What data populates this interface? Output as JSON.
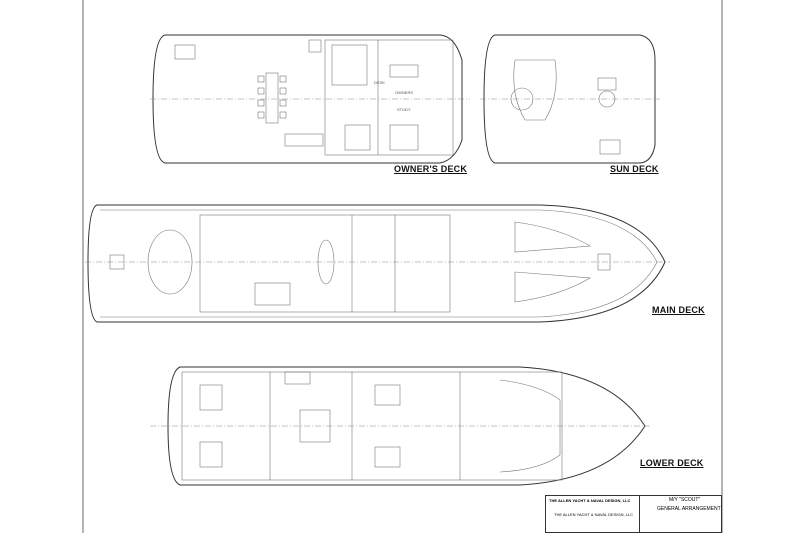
{
  "decks": {
    "owners": {
      "label": "OWNER'S DECK",
      "rooms": [
        "DESK",
        "OWNERS",
        "STUDY"
      ]
    },
    "sun": {
      "label": "SUN DECK"
    },
    "main": {
      "label": "MAIN DECK"
    },
    "lower": {
      "label": "LOWER DECK"
    }
  },
  "title_block": {
    "firm": "THE ALLEN YACHT & NAVAL DESIGN, LLC",
    "firm_repeat": "THE ALLEN YACHT & NAVAL DESIGN, LLC",
    "vessel": "M/Y \"SCOUT\"",
    "drawing_title": "GENERAL ARRANGEMENT"
  },
  "colors": {
    "line": "#333333",
    "paper": "#ffffff"
  }
}
